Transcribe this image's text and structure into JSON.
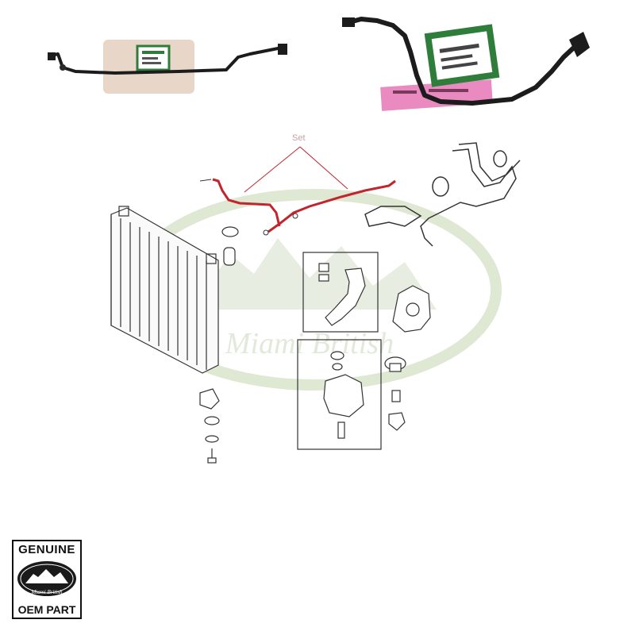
{
  "diagram": {
    "set_label": "Set"
  },
  "badge": {
    "top_text": "GENUINE",
    "bottom_text": "OEM PART",
    "brand_text": "Miami British"
  },
  "watermark": {
    "text": "Miami British"
  },
  "colors": {
    "highlight": "#c0262c",
    "line_art": "#333333",
    "watermark_green": "#dfe8d2",
    "tag_pink": "#e98bc0",
    "tag_green": "#2f7d3a",
    "hose_black": "#1c1c1c"
  }
}
